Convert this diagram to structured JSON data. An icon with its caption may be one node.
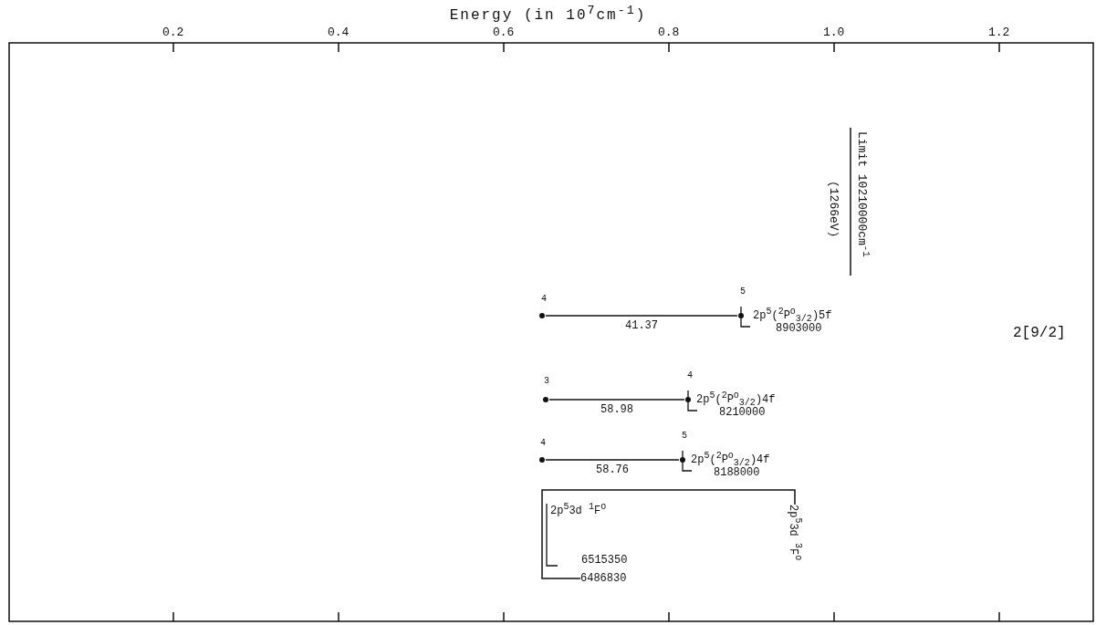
{
  "diagram": {
    "title": "Energy (in 10$^{7}$cm$^{-1}$)",
    "nodes": [
      {
        "text": [],
        "shape": "circle",
        "beside": [
          "4"
        ]
      },
      {
        "text": [
          "2p$^{5}$($^{2}$P$^{o}$$_{3/2}$)5f",
          "8903000"
        ],
        "beside": [
          "5"
        ]
      },
      {
        "text": [],
        "shape": "circle",
        "beside": [
          "3"
        ]
      },
      {
        "text": [
          "2p$^{5}$($^{2}$P$^{o}$$_{3/2}$)4f",
          "8210000"
        ],
        "beside": [
          "4"
        ]
      },
      {
        "text": [],
        "shape": "circle",
        "beside": [
          "4"
        ]
      },
      {
        "text": [
          "2p$^{5}$($^{2}$P$^{o}$$_{3/2}$)4f",
          "8188000"
        ],
        "beside": [
          "5"
        ]
      },
      {
        "text": [
          "2p$^{5}$3d $^{1}$F$^{o}$",
          "6515350"
        ]
      },
      {
        "text": [
          "6486830"
        ]
      },
      {
        "text": [
          "2p$^{5}$3d $^{3}$F$^{o}$"
        ]
      }
    ],
    "edges": [
      {
        "from": 0,
        "to": 1,
        "arrow": "none",
        "label": "41.37"
      },
      {
        "from": 2,
        "to": 3,
        "arrow": "none",
        "label": "58.98"
      },
      {
        "from": 4,
        "to": 5,
        "arrow": "none",
        "label": "58.76"
      },
      {
        "from": 7,
        "to": 8,
        "arrow": "none"
      }
    ],
    "labels": [
      "0.2",
      "0.4",
      "0.6",
      "0.8",
      "1.0",
      "1.2",
      "Limit 10210000cm$^{-1}$",
      "(1266eV)",
      "2[9/2]"
    ]
  }
}
